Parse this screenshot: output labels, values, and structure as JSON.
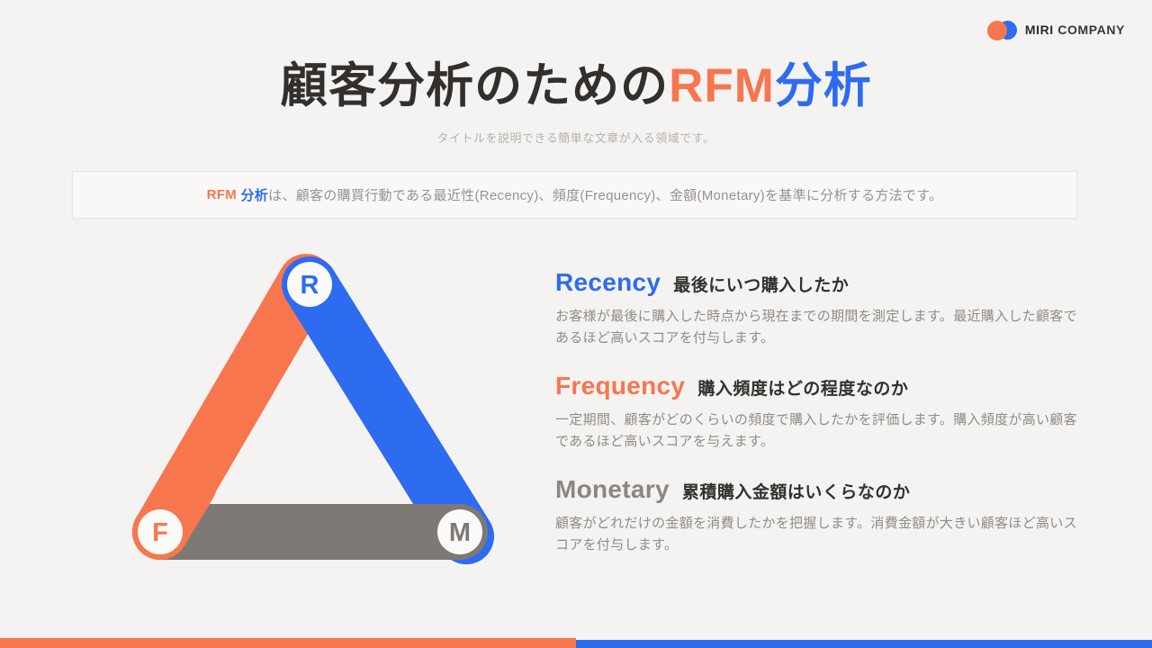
{
  "colors": {
    "orange": "#F7764E",
    "blue": "#2D6BF0",
    "gray": "#7E7975",
    "monetary_gray": "#8C8682",
    "title_dark": "#332F2C",
    "background": "#F5F3F1",
    "circle_fill": "#FBFAF9"
  },
  "logo": {
    "name_bold": "MIRI",
    "name_rest": "COMPANY"
  },
  "header": {
    "title_prefix": "顧客分析のための",
    "title_rfm": "RFM",
    "title_suffix": "分析",
    "subtitle": "タイトルを説明できる簡単な文章が入る領域です。"
  },
  "summary": {
    "rfm_label": "RFM ",
    "analysis_label": "分析",
    "body": "は、顧客の購買行動である最近性(Recency)、頻度(Frequency)、金額(Monetary)を基準に分析する方法です。"
  },
  "diagram": {
    "nodes": [
      {
        "label": "R"
      },
      {
        "label": "F"
      },
      {
        "label": "M"
      }
    ]
  },
  "sections": [
    {
      "name": "Recency",
      "heading": "最後にいつ購入したか",
      "body": "お客様が最後に購入した時点から現在までの期間を測定します。最近購入した顧客であるほど高いスコアを付与します。"
    },
    {
      "name": "Frequency",
      "heading": "購入頻度はどの程度なのか",
      "body": "一定期間、顧客がどのくらいの頻度で購入したかを評価します。購入頻度が高い顧客であるほど高いスコアを与えます。"
    },
    {
      "name": "Monetary",
      "heading": "累積購入金額はいくらなのか",
      "body": "顧客がどれだけの金額を消費したかを把握します。消費金額が大きい顧客ほど高いスコアを付与します。"
    }
  ]
}
